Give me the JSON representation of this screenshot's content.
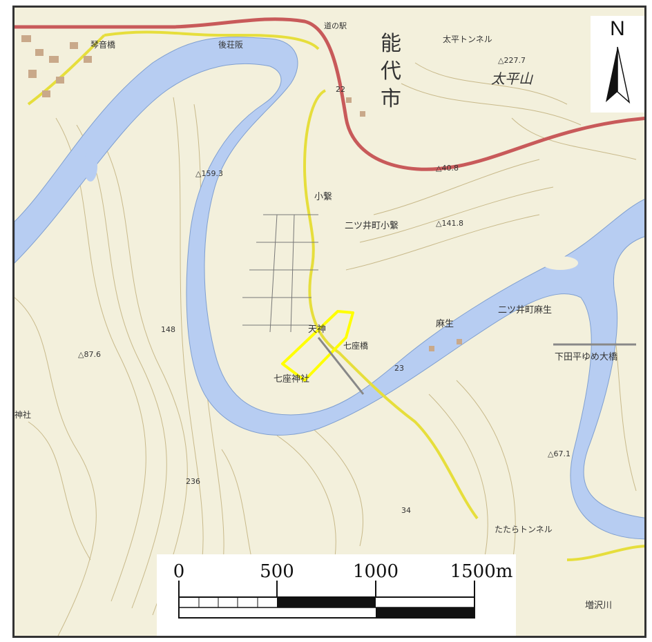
{
  "map": {
    "city_name_chars": [
      "能",
      "代",
      "市"
    ],
    "north_label": "N",
    "scale": {
      "ticks": [
        "0",
        "500",
        "1000",
        "1500m"
      ]
    },
    "labels": {
      "taihei_tunnel": "太平トンネル",
      "taiheiyama": "太平山",
      "elev_227": "△227.7",
      "michi_no_eki": "道の駅",
      "koteson": "後荘阪",
      "kotone_bridge": "琴音橋",
      "elev_159": "△159.3",
      "kotsunagi": "小繋",
      "futatsui_kotsunagi": "二ツ井町小繋",
      "elev_141": "△141.8",
      "elev_40": "△40.8",
      "futatsui_aso": "二ツ井町麻生",
      "aso": "麻生",
      "nanaza_bridge": "七座橋",
      "tenjin": "天神",
      "nanaza_shrine": "七座神社",
      "shimoda_bridge": "下田平ゆめ大橋",
      "tatara_tunnel": "たたらトンネル",
      "elev_148": "148",
      "elev_87": "△87.6",
      "elev_236": "236",
      "elev_34": "34",
      "elev_23": "23",
      "elev_22": "22",
      "shrine_left": "神社",
      "masuzawa": "増沢川",
      "elev_67": "△67.1"
    },
    "colors": {
      "land": "#f3f0dc",
      "water": "#b7cdf2",
      "contour": "#c8b98a",
      "road_main": "#c85a5a",
      "route": "#e6de3c",
      "highlight": "#ffff00"
    }
  }
}
